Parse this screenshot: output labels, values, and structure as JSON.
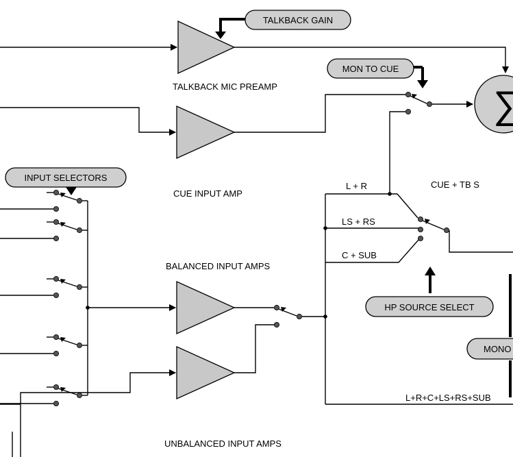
{
  "controls": {
    "talkback_gain": "TALKBACK GAIN",
    "mon_to_cue": "MON TO CUE",
    "input_selectors": "INPUT SELECTORS",
    "hp_source_select": "HP SOURCE SELECT",
    "mono": "MONO"
  },
  "blocks": {
    "talkback_mic_preamp": "TALKBACK MIC PREAMP",
    "cue_input_amp": "CUE INPUT AMP",
    "balanced_input_amps": "BALANCED INPUT AMPS",
    "unbalanced_input_amps": "UNBALANCED INPUT AMPS",
    "cue_tb_sum": "CUE + TB S",
    "sum_symbol": "∑"
  },
  "buses": {
    "l_r": "L + R",
    "ls_rs": "LS + RS",
    "c_sub": "C + SUB",
    "all_mix": "L+R+C+LS+RS+SUB"
  }
}
